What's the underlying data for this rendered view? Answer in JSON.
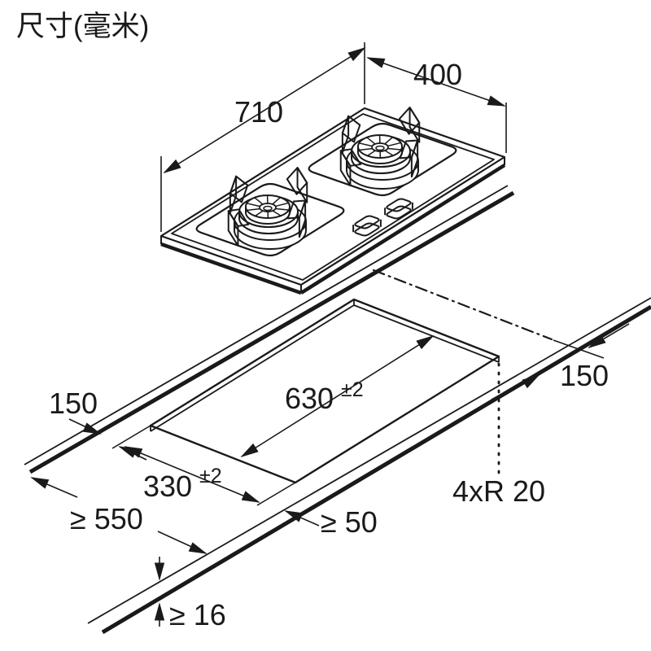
{
  "title": "尺寸(毫米)",
  "dimensions": {
    "hob_width": "710",
    "hob_depth": "400",
    "cutout_length": "630",
    "cutout_length_tol": "±2",
    "cutout_width": "330",
    "cutout_width_tol": "±2",
    "clearance_left": "150",
    "clearance_right": "150",
    "min_worktop_depth": "≥ 550",
    "min_edge_distance": "≥ 50",
    "min_worktop_thickness": "≥ 16",
    "corner_radius": "4xR 20"
  },
  "colors": {
    "line": "#1a1a1a",
    "background": "#ffffff"
  }
}
